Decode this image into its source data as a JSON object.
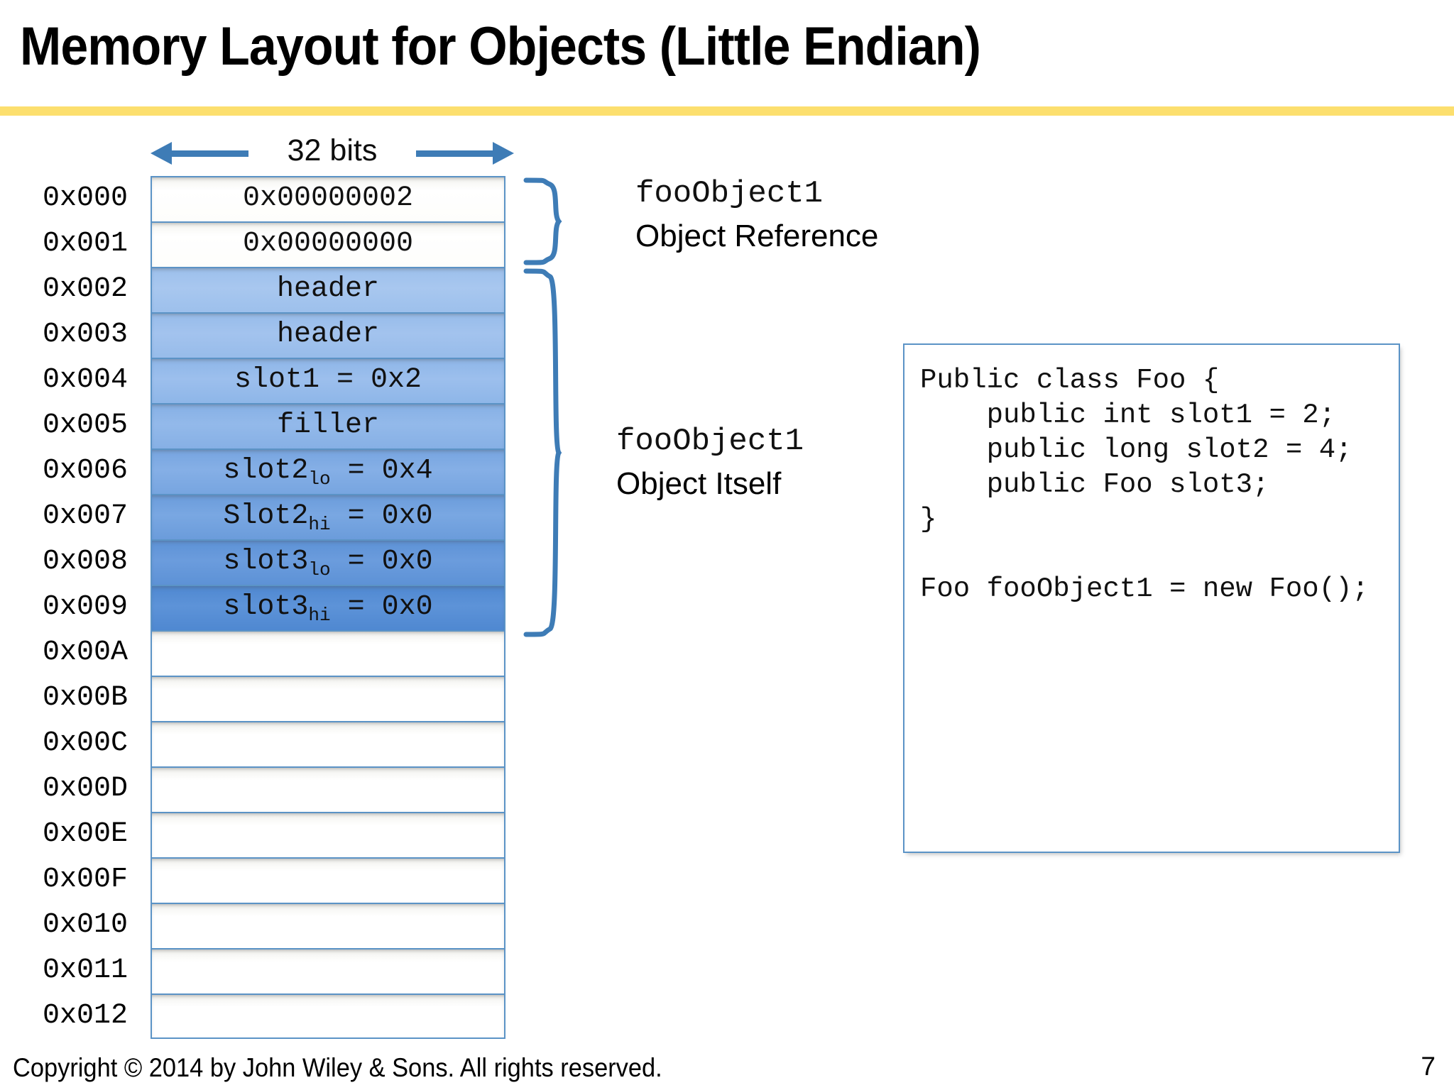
{
  "slide": {
    "title": "Memory Layout for Objects (Little Endian)",
    "page_number": "7",
    "copyright": "Copyright © 2014 by John Wiley & Sons.  All rights reserved.",
    "accent_yellow": "#FCDF6E",
    "accent_blue": "#3E7CB6",
    "cell_border_blue": "#5B93C6"
  },
  "width_label": {
    "text": "32 bits"
  },
  "memory_table": {
    "address_header": "",
    "rows": [
      {
        "address": "0x000",
        "value": "0x00000002",
        "fill": "white"
      },
      {
        "address": "0x001",
        "value": "0x00000000",
        "fill": "white"
      },
      {
        "address": "0x002",
        "value": "header",
        "fill": "blue-1"
      },
      {
        "address": "0x003",
        "value": "header",
        "fill": "blue-2"
      },
      {
        "address": "0x004",
        "value": "slot1 = 0x2",
        "fill": "blue-3"
      },
      {
        "address": "0x005",
        "value": "filler",
        "fill": "blue-4"
      },
      {
        "address": "0x006",
        "value": "slot2lo = 0x4",
        "base": "slot2",
        "sub": "lo",
        "tail": " = 0x4",
        "fill": "blue-5"
      },
      {
        "address": "0x007",
        "value": "Slot2hi = 0x0",
        "base": "Slot2",
        "sub": "hi",
        "tail": " = 0x0",
        "fill": "blue-6"
      },
      {
        "address": "0x008",
        "value": "slot3lo = 0x0",
        "base": "slot3",
        "sub": "lo",
        "tail": " = 0x0",
        "fill": "blue-7"
      },
      {
        "address": "0x009",
        "value": "slot3hi = 0x0",
        "base": "slot3",
        "sub": "hi",
        "tail": " = 0x0",
        "fill": "blue-8"
      },
      {
        "address": "0x00A",
        "value": "",
        "fill": "empty"
      },
      {
        "address": "0x00B",
        "value": "",
        "fill": "empty"
      },
      {
        "address": "0x00C",
        "value": "",
        "fill": "empty"
      },
      {
        "address": "0x00D",
        "value": "",
        "fill": "empty"
      },
      {
        "address": "0x00E",
        "value": "",
        "fill": "empty"
      },
      {
        "address": "0x00F",
        "value": "",
        "fill": "empty"
      },
      {
        "address": "0x010",
        "value": "",
        "fill": "empty"
      },
      {
        "address": "0x011",
        "value": "",
        "fill": "empty"
      },
      {
        "address": "0x012",
        "value": "",
        "fill": "empty"
      }
    ]
  },
  "annotations": {
    "reference": {
      "name": "fooObject1",
      "description": "Object Reference"
    },
    "itself": {
      "name": "fooObject1",
      "description": "Object Itself"
    }
  },
  "code_box": {
    "code": "Public class Foo {\n    public int slot1 = 2;\n    public long slot2 = 4;\n    public Foo slot3;\n}\n\nFoo fooObject1 = new Foo();"
  }
}
